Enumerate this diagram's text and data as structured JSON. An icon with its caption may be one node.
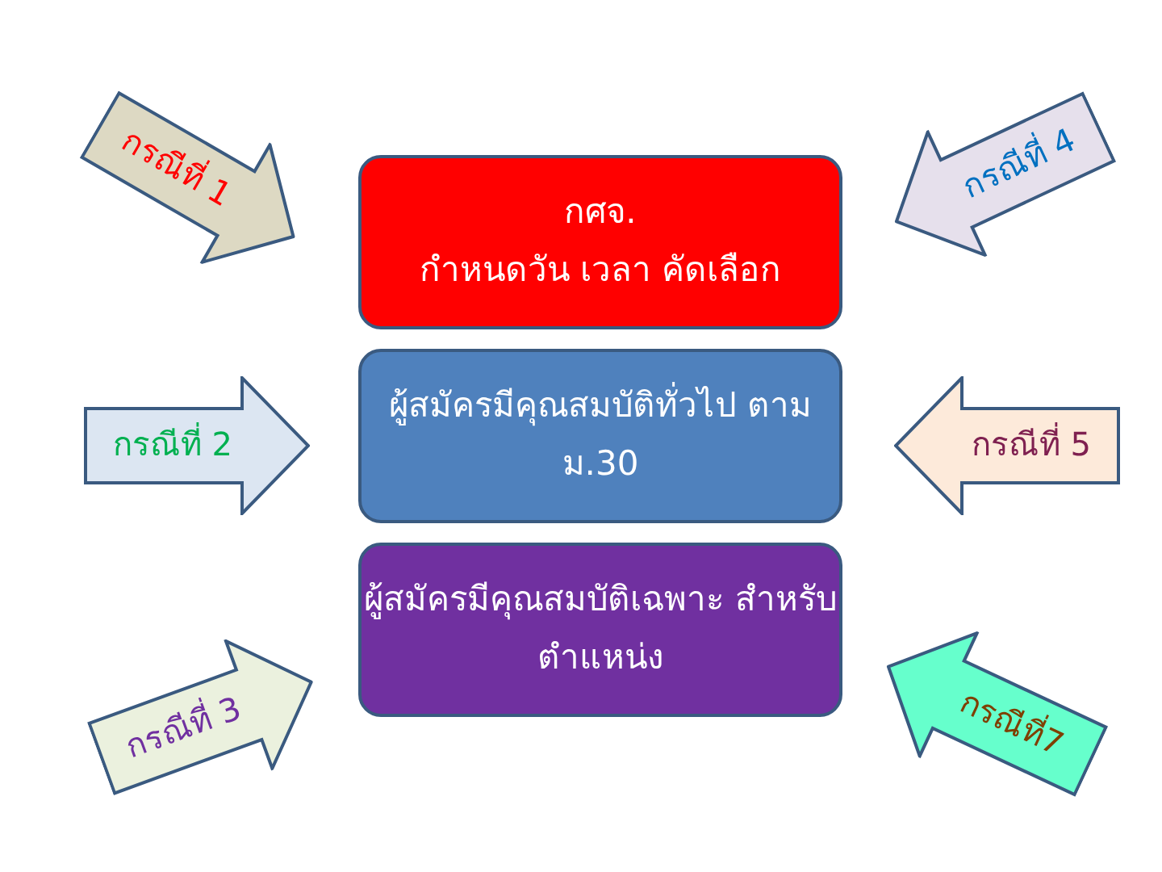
{
  "diagram": {
    "nodes": [
      {
        "text": [
          "กศจ.",
          "กำหนดวัน เวลา คัดเลือก"
        ]
      },
      {
        "text": [
          "ผู้สมัครมีคุณสมบัติทั่วไป ตาม ม.30"
        ]
      },
      {
        "text": [
          "ผู้สมัครมีคุณสมบัติเฉพาะ สำหรับตำแหน่ง"
        ]
      },
      {
        "text": [
          "กรณีที่ 1"
        ]
      },
      {
        "text": [
          "กรณีที่ 2"
        ]
      },
      {
        "text": [
          "กรณีที่ 3"
        ]
      },
      {
        "text": [
          "กรณีที่ 4"
        ]
      },
      {
        "text": [
          "กรณีที่ 5"
        ]
      },
      {
        "text": [
          "กรณีที่7"
        ]
      }
    ]
  }
}
